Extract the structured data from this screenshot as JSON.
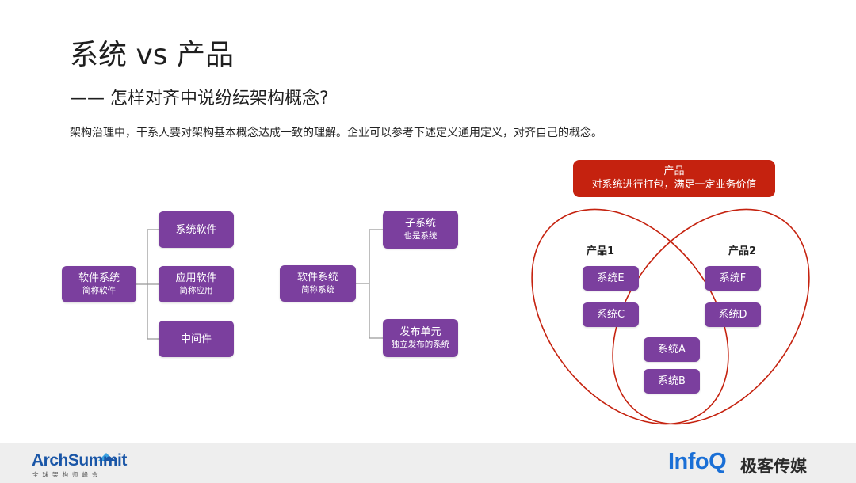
{
  "title": "系统 vs 产品",
  "subtitle": "—— 怎样对齐中说纷纭架构概念?",
  "intro": "架构治理中，干系人要对架构基本概念达成一致的理解。企业可以参考下述定义通用定义，对齐自己的概念。",
  "diagram1": {
    "root": {
      "title": "软件系统",
      "note": "简称软件"
    },
    "children": [
      {
        "title": "系统软件",
        "note": ""
      },
      {
        "title": "应用软件",
        "note": "简称应用"
      },
      {
        "title": "中间件",
        "note": ""
      }
    ]
  },
  "diagram2": {
    "root": {
      "title": "软件系统",
      "note": "简称系统"
    },
    "children": [
      {
        "title": "子系统",
        "note": "也是系统"
      },
      {
        "title": "发布单元",
        "note": "独立发布的系统"
      }
    ]
  },
  "diagram3": {
    "header": {
      "title": "产品",
      "note": "对系统进行打包，满足一定业务价值"
    },
    "set_labels": [
      "产品1",
      "产品2"
    ],
    "systems": {
      "e": "系统E",
      "c": "系统C",
      "f": "系统F",
      "d": "系统D",
      "a": "系统A",
      "b": "系统B"
    }
  },
  "footer": {
    "left_logo": "ArchSummit",
    "left_logo_sub": "全球架构师峰会",
    "right_logo": "InfoQ",
    "right_logo_cn": "极客传媒"
  },
  "colors": {
    "node": "#7b3f9e",
    "header": "#c5220f",
    "ellipse": "#c5220f",
    "connector": "#9a9a9a"
  }
}
